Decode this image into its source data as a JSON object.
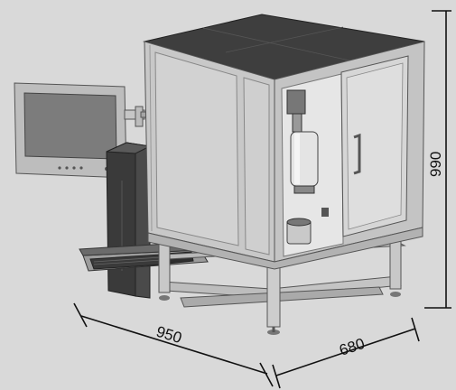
{
  "dimensions": {
    "width": "950",
    "depth": "680",
    "height": "990"
  },
  "colors": {
    "background": "#d9d9d9",
    "frame": "#c8c8c8",
    "frame_shadow": "#9a9a9a",
    "cabinet_top": "#3e3e3e",
    "cabinet_dark": "#2f2f2f",
    "screen": "#7c7c7c",
    "line": "#111111"
  },
  "icons": {
    "monitor": "monitor-icon",
    "keyboard": "keyboard-icon",
    "cylinder": "gas-cylinder-icon",
    "door_handle": "door-handle-icon"
  }
}
